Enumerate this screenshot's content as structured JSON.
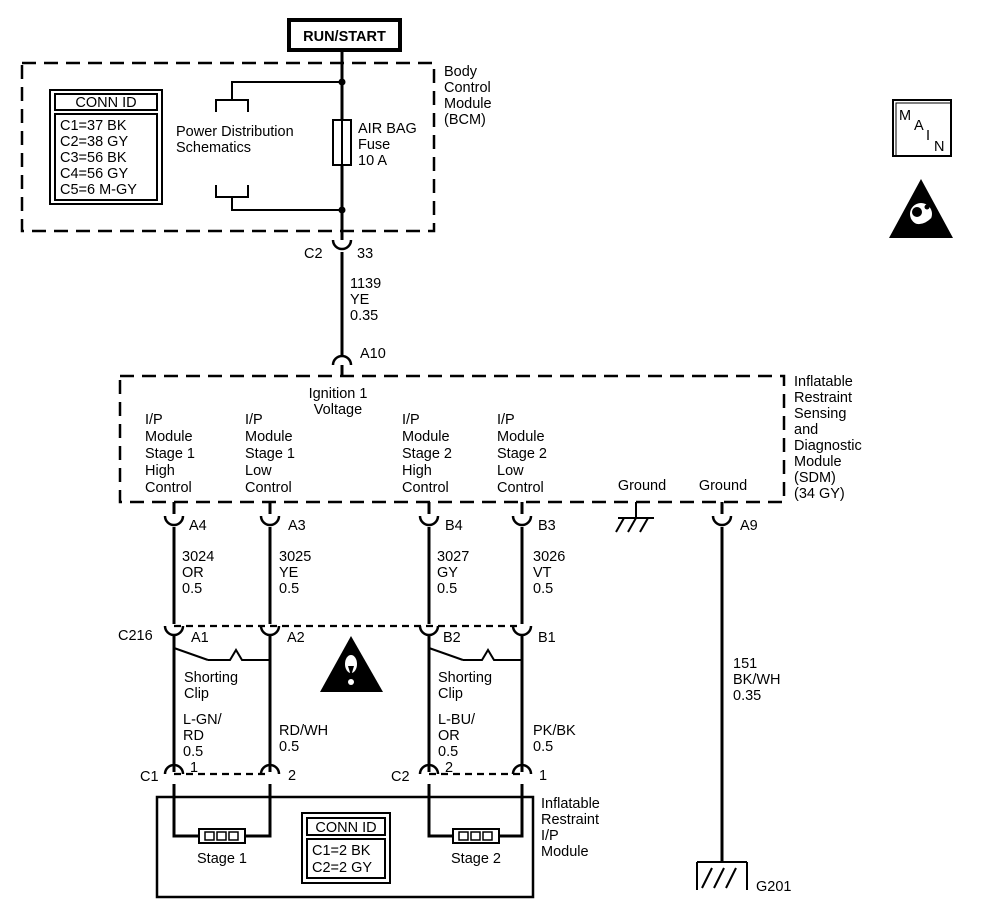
{
  "power_source": "RUN/START",
  "bcm": {
    "name": [
      "Body",
      "Control",
      "Module",
      "(BCM)"
    ],
    "conn_title": "CONN ID",
    "conn_lines": [
      "C1=37 BK",
      "C2=38 GY",
      "C3=56 BK",
      "C4=56 GY",
      "C5=6 M-GY"
    ],
    "power_dist": [
      "Power Distribution",
      "Schematics"
    ],
    "fuse": [
      "AIR BAG",
      "Fuse",
      "10 A"
    ]
  },
  "bcm_out": {
    "connector": "C2",
    "pin": "33"
  },
  "feed_wire": [
    "1139",
    "YE",
    "0.35"
  ],
  "sdm_in_pin": "A10",
  "sdm": {
    "name": [
      "Inflatable",
      "Restraint",
      "Sensing",
      "and",
      "Diagnostic",
      "Module",
      "(SDM)",
      "(34 GY)"
    ],
    "ign_label": [
      "Ignition 1",
      "Voltage"
    ],
    "circuits": [
      {
        "label": [
          "I/P",
          "Module",
          "Stage 1",
          "High",
          "Control"
        ],
        "pin": "A4",
        "wire": [
          "3024",
          "OR",
          "0.5"
        ]
      },
      {
        "label": [
          "I/P",
          "Module",
          "Stage 1",
          "Low",
          "Control"
        ],
        "pin": "A3",
        "wire": [
          "3025",
          "YE",
          "0.5"
        ]
      },
      {
        "label": [
          "I/P",
          "Module",
          "Stage 2",
          "High",
          "Control"
        ],
        "pin": "B4",
        "wire": [
          "3027",
          "GY",
          "0.5"
        ]
      },
      {
        "label": [
          "I/P",
          "Module",
          "Stage 2",
          "Low",
          "Control"
        ],
        "pin": "B3",
        "wire": [
          "3026",
          "VT",
          "0.5"
        ]
      }
    ],
    "ground_labels": [
      "Ground",
      "Ground"
    ],
    "ground_pin": "A9"
  },
  "c216": {
    "name": "C216",
    "pins": [
      "A1",
      "A2",
      "B2",
      "B1"
    ]
  },
  "shorting_clip": [
    "Shorting",
    "Clip"
  ],
  "module_wires": [
    [
      "L-GN/",
      "RD",
      "0.5"
    ],
    [
      "RD/WH",
      "0.5"
    ],
    [
      "L-BU/",
      "OR",
      "0.5"
    ],
    [
      "PK/BK",
      "0.5"
    ]
  ],
  "module_connectors": [
    {
      "name": "C1",
      "pins": [
        "1",
        "2"
      ]
    },
    {
      "name": "C2",
      "pins": [
        "2",
        "1"
      ]
    }
  ],
  "ground_wire": [
    "151",
    "BK/WH",
    "0.35"
  ],
  "ground_point": "G201",
  "ip_module": {
    "name": [
      "Inflatable",
      "Restraint",
      "I/P",
      "Module"
    ],
    "stages": [
      "Stage 1",
      "Stage 2"
    ],
    "conn_title": "CONN ID",
    "conn_lines": [
      "C1=2 BK",
      "C2=2 GY"
    ]
  },
  "main_icon": [
    "M",
    "A",
    "I",
    "N"
  ],
  "icons": [
    "main-icon",
    "airbag-warning-icon",
    "caution-icon",
    "ground-icon"
  ]
}
